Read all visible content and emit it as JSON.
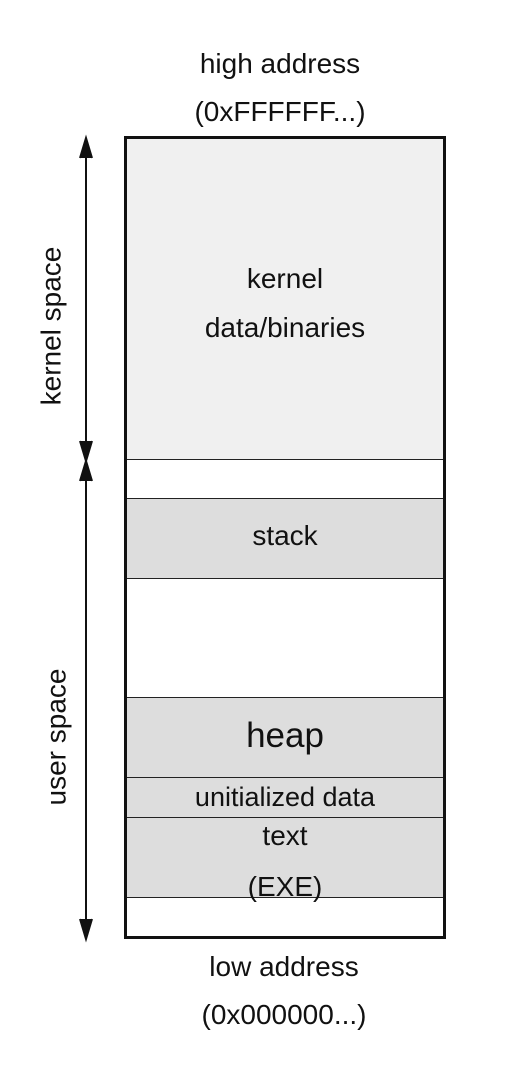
{
  "top_label": {
    "line1": "high address",
    "line2": "(0xFFFFFF...)"
  },
  "bottom_label": {
    "line1": "low address",
    "line2": "(0x000000...)"
  },
  "regions": {
    "kernel_space": "kernel space",
    "user_space": "user space"
  },
  "segments": {
    "kernel": {
      "line1": "kernel",
      "line2": "data/binaries"
    },
    "stack": "stack",
    "heap": "heap",
    "uninitialized": "unitialized data",
    "text": {
      "line1": "text",
      "line2": "(EXE)"
    }
  },
  "colors": {
    "kernel_fill": "#f0f0f0",
    "segment_fill": "#dddddd",
    "outline": "#111111"
  }
}
